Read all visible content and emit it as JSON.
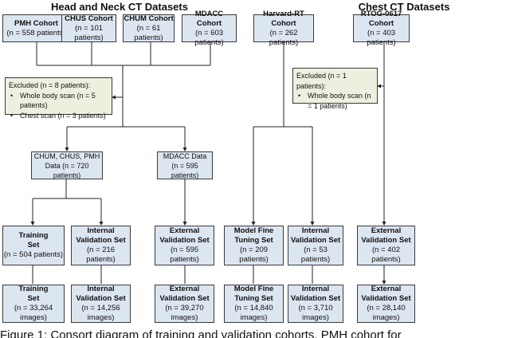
{
  "titles": {
    "left": "Head and Neck CT Datasets",
    "right": "Chest CT Datasets"
  },
  "cohorts": [
    {
      "name": "PMH Cohort",
      "n": "(n = 558 patients)"
    },
    {
      "name": "CHUS Cohort",
      "n": "(n = 101 patients)"
    },
    {
      "name": "CHUM Cohort",
      "n": "(n = 61 patients)"
    },
    {
      "name": "MDACC Cohort",
      "n": "(n = 603 patients)"
    },
    {
      "name": "Harvard-RT Cohort",
      "n": "(n = 262 patients)"
    },
    {
      "name": "RTOG-0617 Cohort",
      "n": "(n = 403 patients)"
    }
  ],
  "excluded_left": {
    "title": "Excluded (n = 8 patients):",
    "items": [
      "Whole body scan (n = 5 patients)",
      "Chest scan (n = 3 patients)"
    ]
  },
  "excluded_right": {
    "title": "Excluded (n = 1 patients):",
    "items": [
      "Whole body scan (n = 1 patients)"
    ]
  },
  "merged": [
    {
      "line1": "CHUM, CHUS, PMH",
      "line2": "Data (n = 720 patients)"
    },
    {
      "line1": "MDACC Data",
      "line2": "(n = 595 patients)"
    }
  ],
  "patient_sets": [
    {
      "line1": "Training",
      "line2": "Set",
      "n": "(n = 504 patients)"
    },
    {
      "line1": "Internal",
      "line2": "Validation Set",
      "n": "(n = 216 patients)"
    },
    {
      "line1": "External",
      "line2": "Validation Set",
      "n": "(n = 595 patients)"
    },
    {
      "line1": "Model Fine",
      "line2": "Tuning Set",
      "n": "(n = 209 patients)"
    },
    {
      "line1": "Internal",
      "line2": "Validation Set",
      "n": "(n = 53 patients)"
    },
    {
      "line1": "External",
      "line2": "Validation Set",
      "n": "(n = 402 patients)"
    }
  ],
  "image_sets": [
    {
      "line1": "Training",
      "line2": "Set",
      "n": "(n = 33,264 images)"
    },
    {
      "line1": "Internal",
      "line2": "Validation Set",
      "n": "(n = 14,256 images)"
    },
    {
      "line1": "External",
      "line2": "Validation Set",
      "n": "(n = 39,270 images)"
    },
    {
      "line1": "Model Fine",
      "line2": "Tuning Set",
      "n": "(n = 14,840 images)"
    },
    {
      "line1": "Internal",
      "line2": "Validation Set",
      "n": "(n = 3,710 images)"
    },
    {
      "line1": "External",
      "line2": "Validation Set",
      "n": "(n = 28,140 images)"
    }
  ],
  "caption": "Figure 1: Consort diagram of training and validation cohorts. PMH cohort for",
  "colors": {
    "box_fill": "#dce6f1",
    "excluded_fill": "#ebf1de",
    "border": "#3a3a3a"
  }
}
